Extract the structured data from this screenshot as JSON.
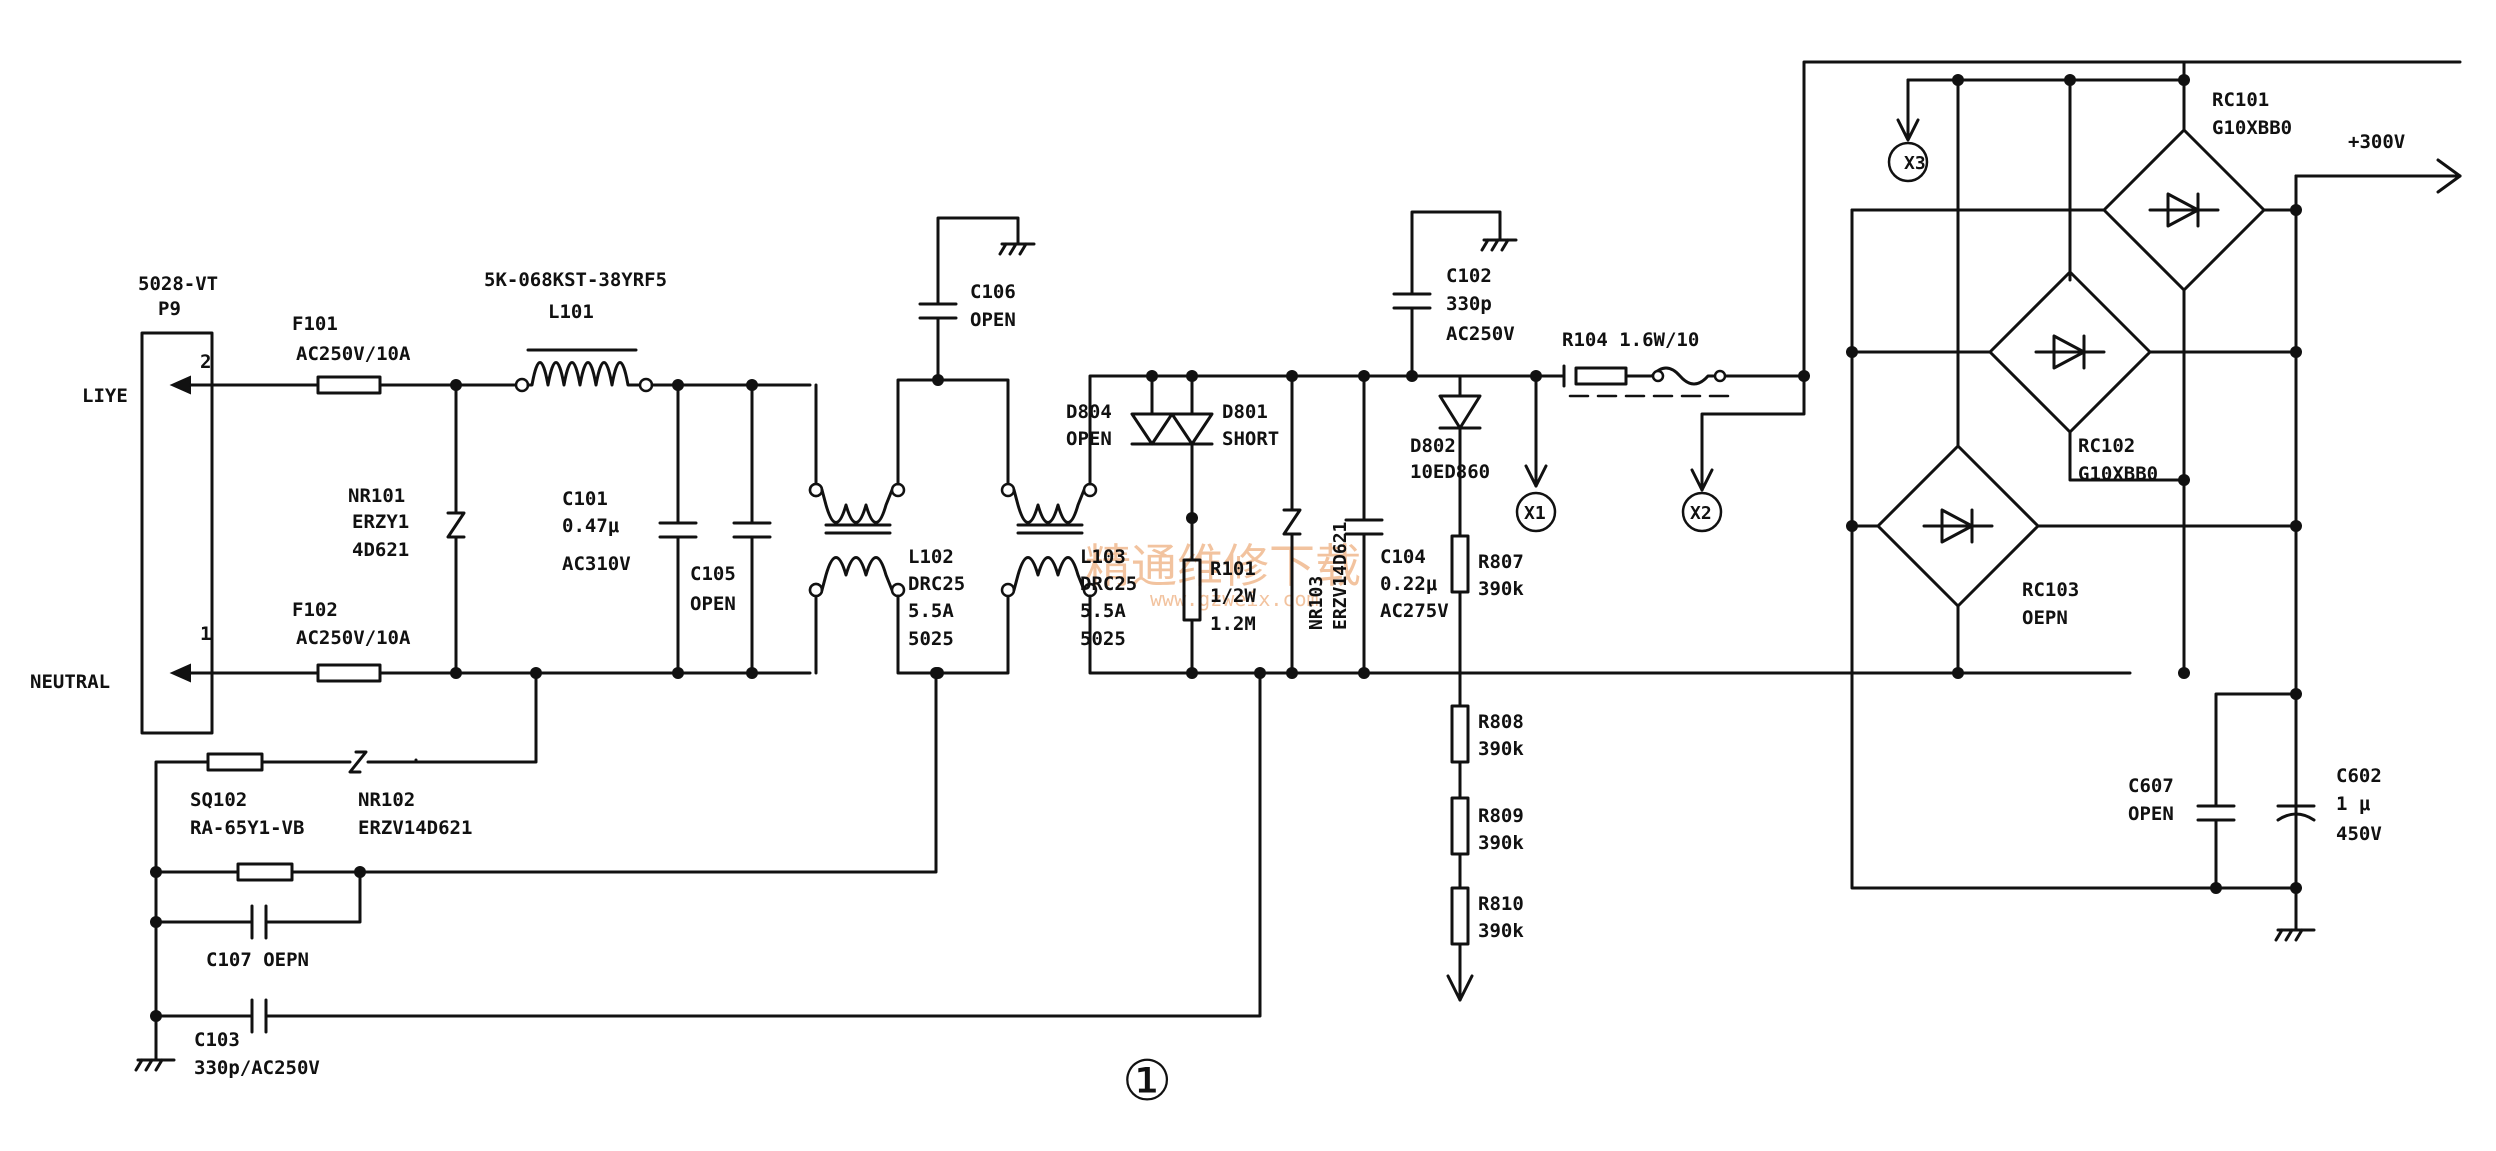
{
  "connector": {
    "ref": "5028-VT",
    "pin_label": "P9",
    "pin2": "2",
    "pin1": "1",
    "line_label": "LIYE",
    "neutral_label": "NEUTRAL"
  },
  "components": {
    "f101": {
      "ref": "F101",
      "value": "AC250V/10A"
    },
    "f102": {
      "ref": "F102",
      "value": "AC250V/10A"
    },
    "l101": {
      "part": "5K-068KST-38YRF5",
      "ref": "L101"
    },
    "nr101": {
      "ref": "NR101",
      "line1": "ERZY1",
      "line2": "4D621"
    },
    "c101": {
      "ref": "C101",
      "line1": "0.47μ",
      "line2": "AC310V"
    },
    "c105": {
      "ref": "C105",
      "value": "OPEN"
    },
    "c106": {
      "ref": "C106",
      "value": "OPEN"
    },
    "l102": {
      "ref": "L102",
      "line1": "DRC25",
      "line2": "5.5A",
      "line3": "5025"
    },
    "l103": {
      "ref": "L103",
      "line1": "DRC25",
      "line2": "5.5A",
      "line3": "5025"
    },
    "d804": {
      "ref": "D804",
      "value": "OPEN"
    },
    "d801": {
      "ref": "D801",
      "value": "SHORT"
    },
    "r101": {
      "ref": "R101",
      "line1": "1/2W",
      "line2": "1.2M"
    },
    "nr103": {
      "ref": "NR103",
      "value": "ERZV14D621"
    },
    "c104": {
      "ref": "C104",
      "line1": "0.22μ",
      "line2": "AC275V"
    },
    "c102": {
      "ref": "C102",
      "line1": "330p",
      "line2": "AC250V"
    },
    "d802": {
      "ref": "D802",
      "value": "10ED860"
    },
    "r807": {
      "ref": "R807",
      "value": "390k"
    },
    "r808": {
      "ref": "R808",
      "value": "390k"
    },
    "r809": {
      "ref": "R809",
      "value": "390k"
    },
    "r810": {
      "ref": "R810",
      "value": "390k"
    },
    "r104": {
      "label": "R104  1.6W/10"
    },
    "sq102": {
      "ref": "SQ102",
      "value": "RA-65Y1-VB"
    },
    "nr102": {
      "ref": "NR102",
      "value": "ERZV14D621"
    },
    "c107": {
      "label": "C107  OEPN"
    },
    "c103": {
      "ref": "C103",
      "value": "330p/AC250V"
    },
    "rc101": {
      "ref": "RC101",
      "value": "G10XBB0"
    },
    "rc102": {
      "ref": "RC102",
      "value": "G10XBB0"
    },
    "rc103": {
      "ref": "RC103",
      "value": "OEPN"
    },
    "c607": {
      "ref": "C607",
      "value": "OPEN"
    },
    "c602": {
      "ref": "C602",
      "line1": "1 μ",
      "line2": "450V"
    }
  },
  "nodes": {
    "x1": "X1",
    "x2": "X2",
    "x3": "X3"
  },
  "output": {
    "label": "+300V"
  },
  "page_marker": "①",
  "watermark": {
    "text": "精通维修下载",
    "url": "www.gzweix.com"
  }
}
